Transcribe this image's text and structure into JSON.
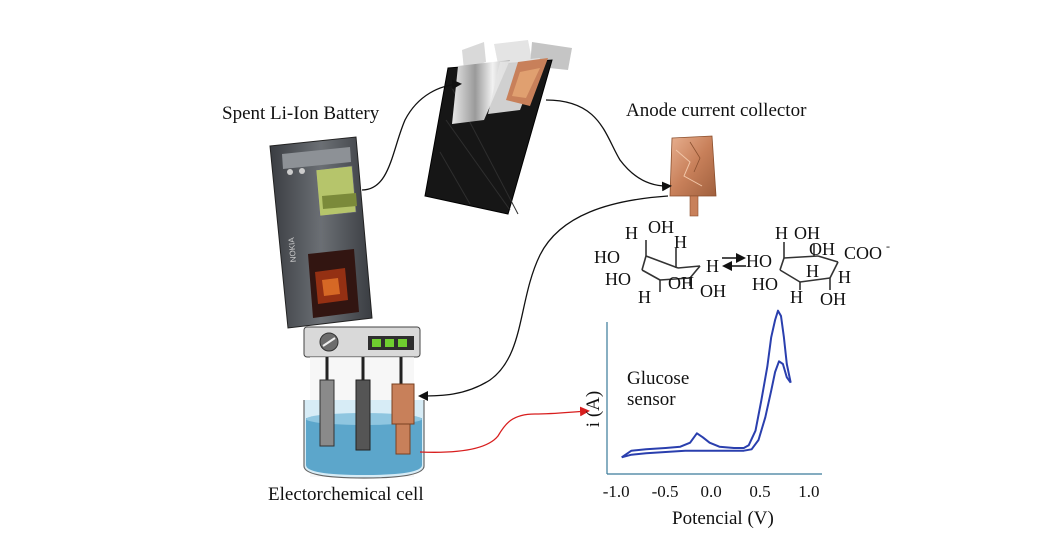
{
  "labels": {
    "battery": "Spent Li-Ion Battery",
    "anode": "Anode current collector",
    "cell": "Electorchemical cell",
    "sensor_line1": "Glucose",
    "sensor_line2": "sensor"
  },
  "battery_brand": "NOKIA",
  "molecules": {
    "glucose": [
      "H",
      "OH",
      "H",
      "HO",
      "HO",
      "H",
      "H",
      "OH",
      "OH"
    ],
    "gluconate": [
      "H",
      "OH",
      "OH",
      "COO",
      "-",
      "HO",
      "H",
      "H",
      "HO",
      "H",
      "OH"
    ]
  },
  "colors": {
    "copper": "#c8805a",
    "solution": "#4f9fc7",
    "curve": "#2a3fae",
    "red_arrow": "#d81e1e"
  },
  "chart_data": {
    "type": "line",
    "xlabel": "Potencial (V)",
    "ylabel": "i (A)",
    "xlim": [
      -1.1,
      1.1
    ],
    "x_ticks": [
      "-1.0",
      "-0.5",
      "0.0",
      "0.5",
      "1.0"
    ],
    "x_tick_values": [
      -1.0,
      -0.5,
      0.0,
      0.5,
      1.0
    ],
    "ylim": [
      0,
      1.2
    ],
    "series": [
      {
        "x": [
          -0.95,
          -0.85,
          -0.7,
          -0.5,
          -0.35,
          -0.25,
          -0.18,
          -0.12,
          -0.05,
          0.05,
          0.2,
          0.3,
          0.35,
          0.42,
          0.48,
          0.54,
          0.58,
          0.62,
          0.65,
          0.68,
          0.71,
          0.74,
          0.78
        ],
        "y": [
          0.02,
          0.07,
          0.08,
          0.09,
          0.1,
          0.13,
          0.2,
          0.17,
          0.13,
          0.1,
          0.09,
          0.09,
          0.11,
          0.22,
          0.45,
          0.7,
          0.92,
          1.05,
          1.12,
          1.08,
          0.92,
          0.72,
          0.58
        ]
      },
      {
        "x": [
          0.78,
          0.74,
          0.7,
          0.66,
          0.62,
          0.58,
          0.52,
          0.45,
          0.38,
          0.3,
          0.2,
          0.05,
          -0.1,
          -0.3,
          -0.5,
          -0.7,
          -0.85,
          -0.95
        ],
        "y": [
          0.58,
          0.62,
          0.72,
          0.74,
          0.66,
          0.52,
          0.32,
          0.15,
          0.08,
          0.07,
          0.07,
          0.07,
          0.07,
          0.07,
          0.06,
          0.05,
          0.04,
          0.02
        ]
      }
    ]
  }
}
